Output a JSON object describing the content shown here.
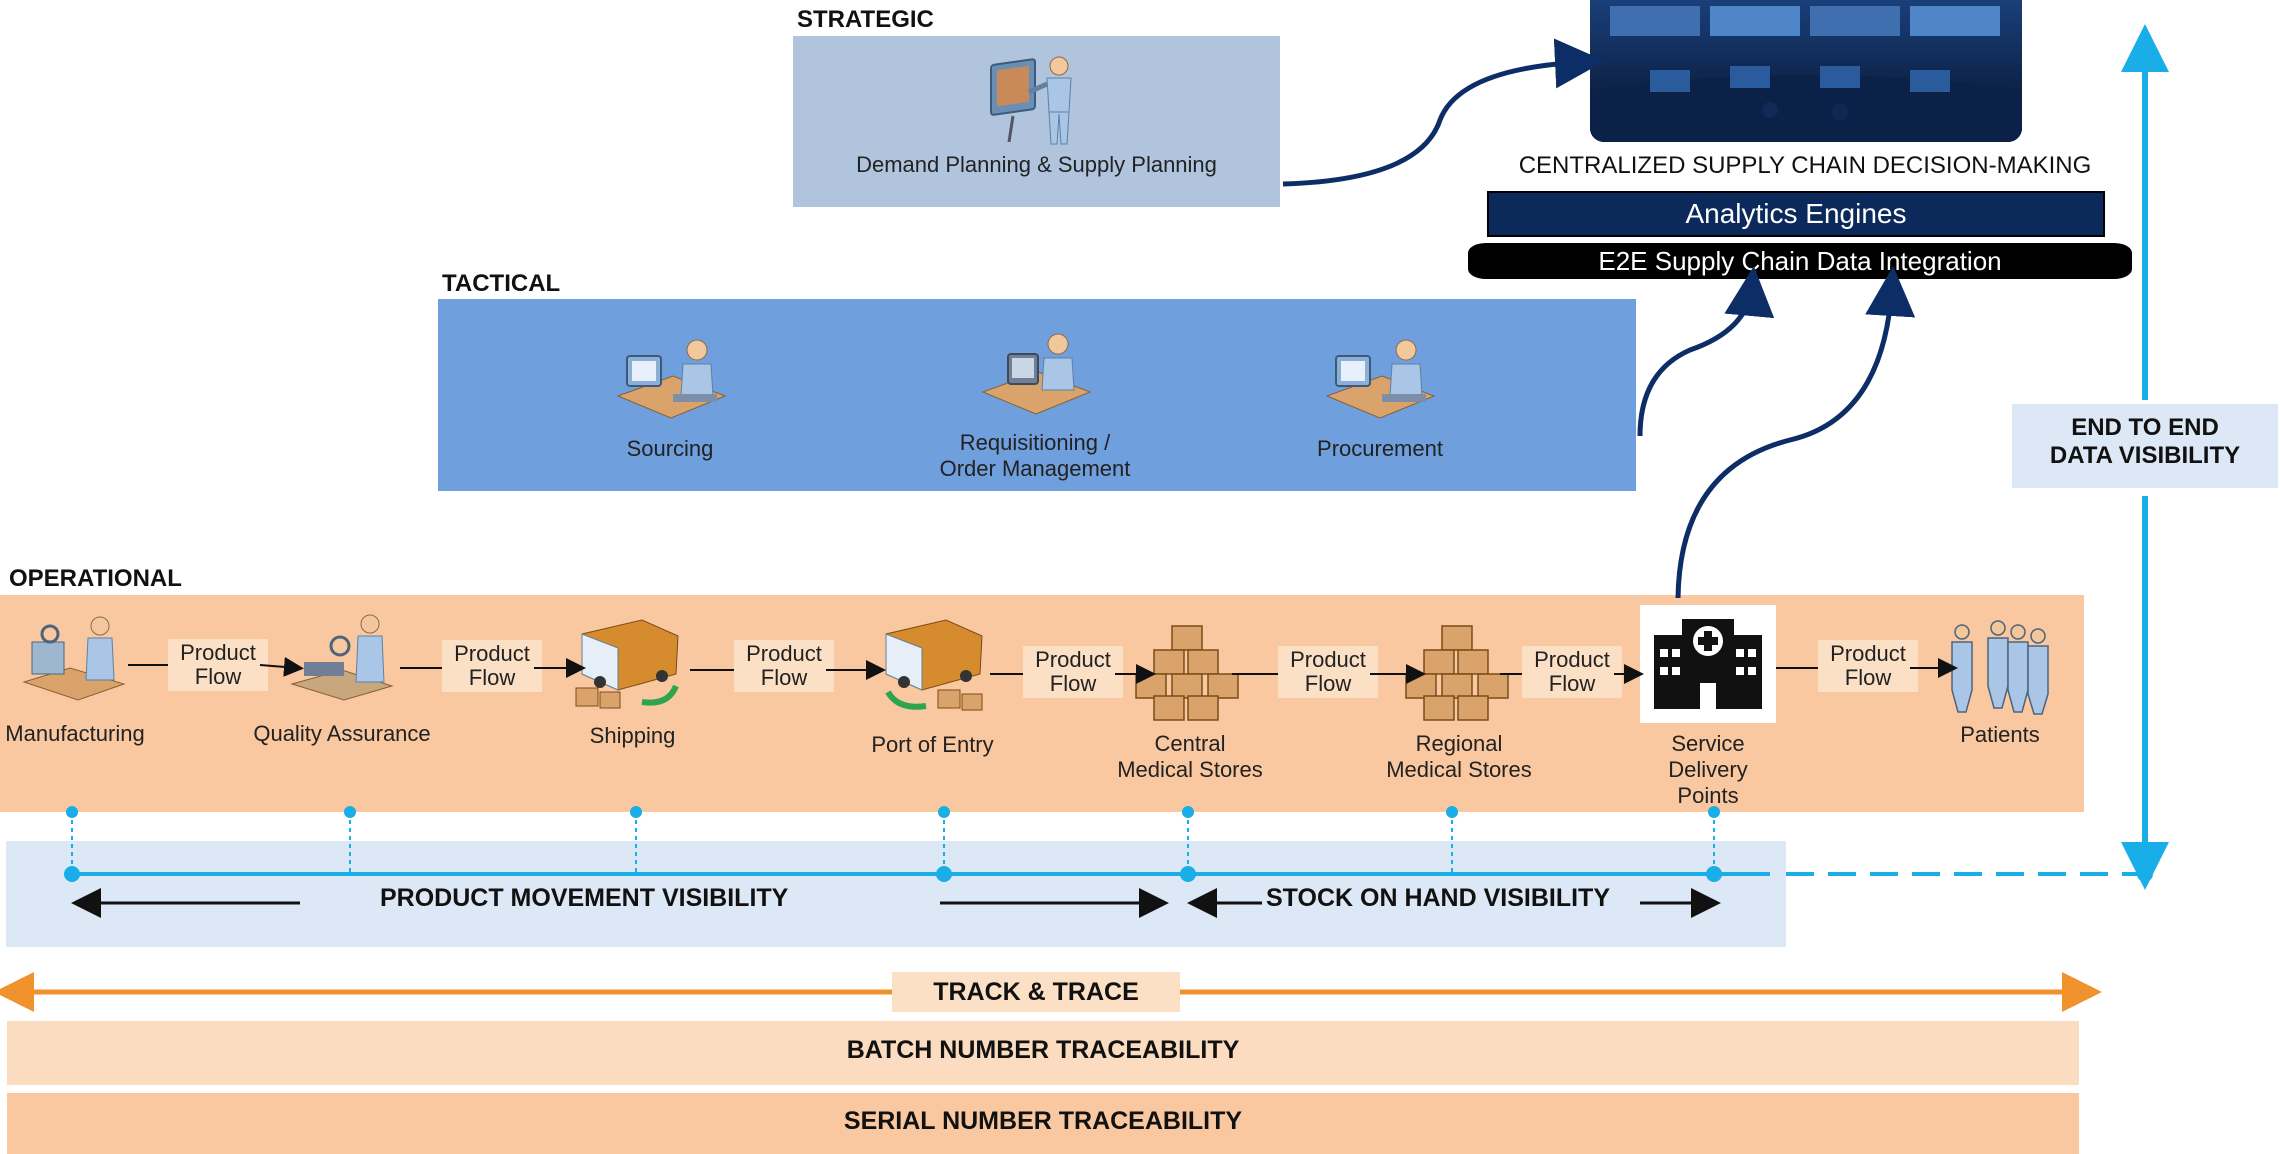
{
  "colors": {
    "strategic_band": "#b0c4de",
    "tactical_band": "#6f9fdc",
    "operational_band": "#f9c8a0",
    "visibility_band": "#dce8f5",
    "batch_band": "#fcdcc0",
    "serial_band": "#f9c8a0",
    "analytics_bar": "#0b2a5b",
    "integration_bar": "#000000",
    "connector_navy": "#0d2d66",
    "visibility_line": "#1aaee8",
    "track_arrow": "#f0922e"
  },
  "strategic": {
    "title": "STRATEGIC",
    "item": {
      "icon": "presenter-icon",
      "label": "Demand Planning & Supply Planning"
    }
  },
  "tactical": {
    "title": "TACTICAL",
    "items": [
      {
        "icon": "desk-worker-icon",
        "label": "Sourcing"
      },
      {
        "icon": "desk-worker-icon",
        "label": "Requisitioning /\nOrder Management"
      },
      {
        "icon": "desk-worker-icon",
        "label": "Procurement"
      }
    ]
  },
  "central": {
    "photo": "control-room-photo",
    "title": "CENTRALIZED SUPPLY CHAIN DECISION-MAKING",
    "analytics": "Analytics Engines",
    "integration": "E2E Supply Chain Data Integration"
  },
  "end_to_end": {
    "label": "END TO END\nDATA VISIBILITY"
  },
  "operational": {
    "title": "OPERATIONAL",
    "stages": [
      {
        "icon": "factory-worker-icon",
        "label": "Manufacturing"
      },
      {
        "icon": "inspector-icon",
        "label": "Quality Assurance"
      },
      {
        "icon": "truck-icon",
        "label": "Shipping"
      },
      {
        "icon": "truck-icon",
        "label": "Port of Entry"
      },
      {
        "icon": "boxes-icon",
        "label": "Central\nMedical Stores"
      },
      {
        "icon": "boxes-icon",
        "label": "Regional\nMedical Stores"
      },
      {
        "icon": "hospital-icon",
        "label": "Service\nDelivery\nPoints"
      },
      {
        "icon": "people-icon",
        "label": "Patients"
      }
    ],
    "flow_label": "Product\nFlow"
  },
  "visibility": {
    "product_movement": "PRODUCT MOVEMENT VISIBILITY",
    "stock_on_hand": "STOCK ON HAND VISIBILITY"
  },
  "track_trace": {
    "label": "TRACK & TRACE",
    "batch": "BATCH NUMBER TRACEABILITY",
    "serial": "SERIAL NUMBER TRACEABILITY"
  }
}
